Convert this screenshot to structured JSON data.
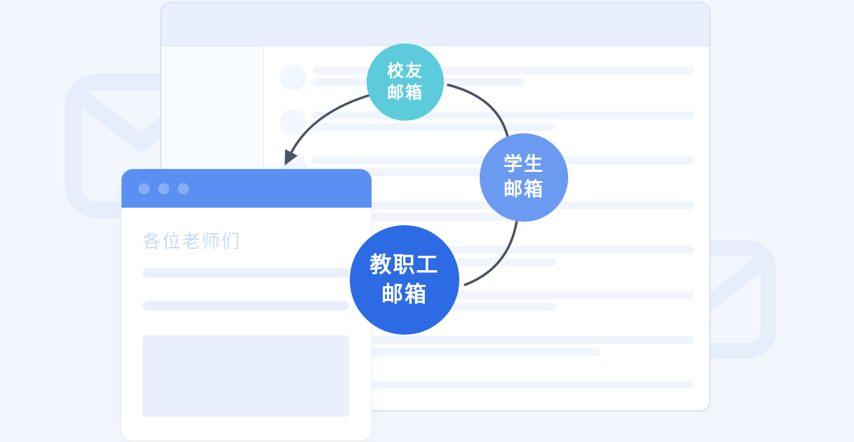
{
  "canvas": {
    "background": "#F3F7FD"
  },
  "decor": {
    "envelope_color": "#E7EEFB",
    "arrow_color": "#4A5366"
  },
  "mail_window": {
    "header_color": "#E9EFFC",
    "sidebar_color": "#F8FBFE",
    "placeholder_color": "#F0F5FC",
    "rows": [
      {
        "avatar": true,
        "short_w": 302
      },
      {
        "avatar": true,
        "short_w": 345
      },
      {
        "avatar": true,
        "short_w": 315
      },
      {
        "avatar": true,
        "short_w": 283
      },
      {
        "avatar": true,
        "short_w": 347
      },
      {
        "avatar": true,
        "short_w": 348
      },
      {
        "avatar": true,
        "short_w": 410
      },
      {
        "avatar": true,
        "short_w": 0
      }
    ]
  },
  "compose_window": {
    "header_color": "#5B90F2",
    "dot_color": "#87ADF6",
    "greeting": "各位老师们",
    "greeting_color": "#C9DBF8",
    "placeholder_color": "#E9EFFB"
  },
  "badges": [
    {
      "name": "alumni-mail",
      "lines": [
        "校友",
        "邮箱"
      ],
      "color": "#5CCBDC"
    },
    {
      "name": "student-mail",
      "lines": [
        "学生",
        "邮箱"
      ],
      "color": "#6B9BF0"
    },
    {
      "name": "faculty-mail",
      "lines": [
        "教职工",
        "邮箱"
      ],
      "color": "#2D6BE5"
    }
  ]
}
